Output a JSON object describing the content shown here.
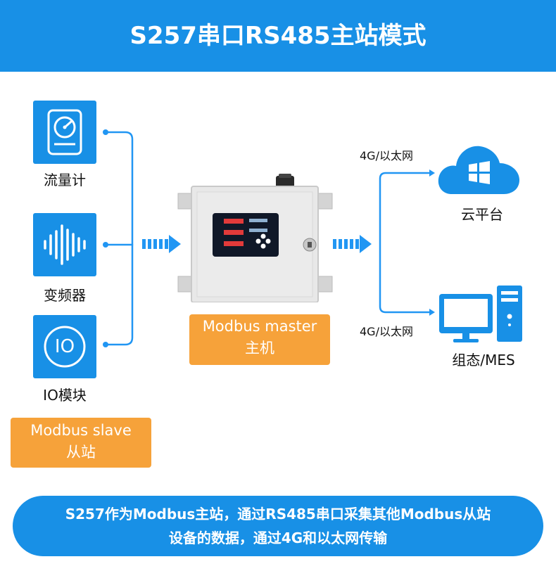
{
  "header": {
    "title": "S257串口RS485主站模式"
  },
  "devices": [
    {
      "label": "流量计",
      "icon": "flowmeter-icon"
    },
    {
      "label": "变频器",
      "icon": "sound-wave-icon"
    },
    {
      "label": "IO模块",
      "icon": "io-icon",
      "icon_text": "IO"
    }
  ],
  "slave_box": {
    "line1": "Modbus slave",
    "line2": "从站"
  },
  "master_box": {
    "line1": "Modbus master",
    "line2": "主机"
  },
  "targets": [
    {
      "label": "云平台",
      "connection": "4G/以太网",
      "icon": "cloud-icon"
    },
    {
      "label": "组态/MES",
      "connection": "4G/以太网",
      "icon": "computer-icon"
    }
  ],
  "footer": {
    "line1": "S257作为Modbus主站，通过RS485串口采集其他Modbus从站",
    "line2": "设备的数据，通过4G和以太网传输"
  },
  "colors": {
    "accent": "#1890e6",
    "orange": "#f6a23a",
    "line": "#2196f3",
    "cabinet": "#e6e6e6"
  }
}
